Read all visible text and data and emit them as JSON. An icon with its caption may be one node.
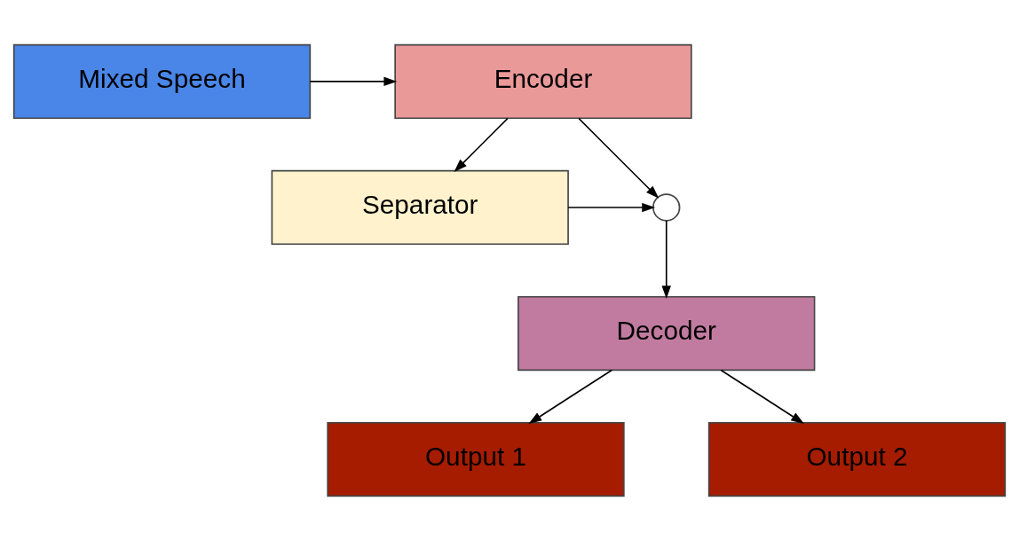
{
  "diagram": {
    "nodes": [
      {
        "text": [
          "Mixed Speech"
        ]
      },
      {
        "text": [
          "Encoder"
        ]
      },
      {
        "text": [
          "Separator"
        ]
      },
      {
        "text": [],
        "shape": "circle"
      },
      {
        "text": [
          "Decoder"
        ]
      },
      {
        "text": [
          "Output 1"
        ]
      },
      {
        "text": [
          "Output 2"
        ]
      }
    ],
    "edges": [
      {
        "from": 0,
        "to": 1,
        "arrow": "to"
      },
      {
        "from": 1,
        "to": 3,
        "arrow": "to"
      },
      {
        "from": 1,
        "to": 2,
        "arrow": "to"
      },
      {
        "from": 2,
        "to": 3,
        "arrow": "to"
      },
      {
        "from": 3,
        "to": 4,
        "arrow": "to"
      },
      {
        "from": 4,
        "to": 5,
        "arrow": "to"
      },
      {
        "from": 4,
        "to": 6,
        "arrow": "to"
      }
    ]
  }
}
